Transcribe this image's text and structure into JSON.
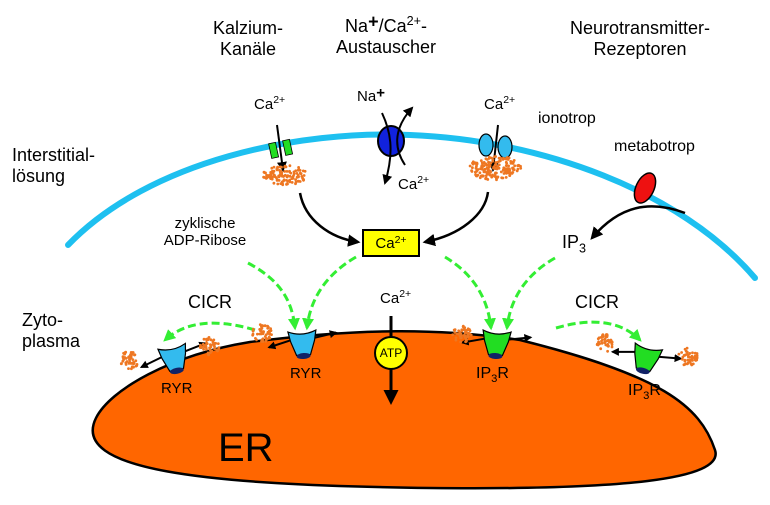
{
  "diagram": {
    "title_labels": {
      "calcium_channels": [
        "Kalzium-",
        "Kanäle"
      ],
      "exchanger": {
        "line1_na": "Na",
        "line1_na_sup": "+",
        "line1_sep": "/Ca",
        "line1_ca_sup": "2+",
        "line1_dash": "-",
        "line2": "Austauscher"
      },
      "neurotransmitter_receptors": [
        "Neurotransmitter-",
        "Rezeptoren"
      ]
    },
    "compartments": {
      "interstitial": [
        "Interstitial-",
        "lösung"
      ],
      "cytoplasm": [
        "Zyto-",
        "plasma"
      ],
      "er": "ER"
    },
    "ions": {
      "ca": "Ca",
      "ca_sup": "2+",
      "na": "Na",
      "na_sup": "+"
    },
    "receptor_labels": {
      "ionotropic": "ionotrop",
      "metabotropic": "metabotrop"
    },
    "messengers": {
      "cyclic_adp_ribose": [
        "zyklische",
        "ADP-Ribose"
      ],
      "ip3": "IP",
      "ip3_sub": "3"
    },
    "central_ca": {
      "text": "Ca",
      "sup": "2+"
    },
    "pump": {
      "label": "ATP"
    },
    "er_channels": [
      {
        "label": "RYR",
        "type": "ryanodine"
      },
      {
        "label": "RYR",
        "type": "ryanodine"
      },
      {
        "label": "IP",
        "sub": "3",
        "suffix": "R",
        "type": "ip3"
      },
      {
        "label": "IP",
        "sub": "3",
        "suffix": "R",
        "type": "ip3"
      }
    ],
    "cicr": [
      "CICR",
      "CICR"
    ],
    "colors": {
      "membrane": "#1ec0f0",
      "er_fill": "#ff6600",
      "ca_cloud": "#ee7722",
      "channel_green": "#22dd22",
      "ryr_blue": "#33bbee",
      "exchanger_blue": "#1122dd",
      "metabotropic_red": "#ee1111",
      "signal_green": "#33ee33",
      "highlight_yellow": "#ffff00"
    }
  }
}
